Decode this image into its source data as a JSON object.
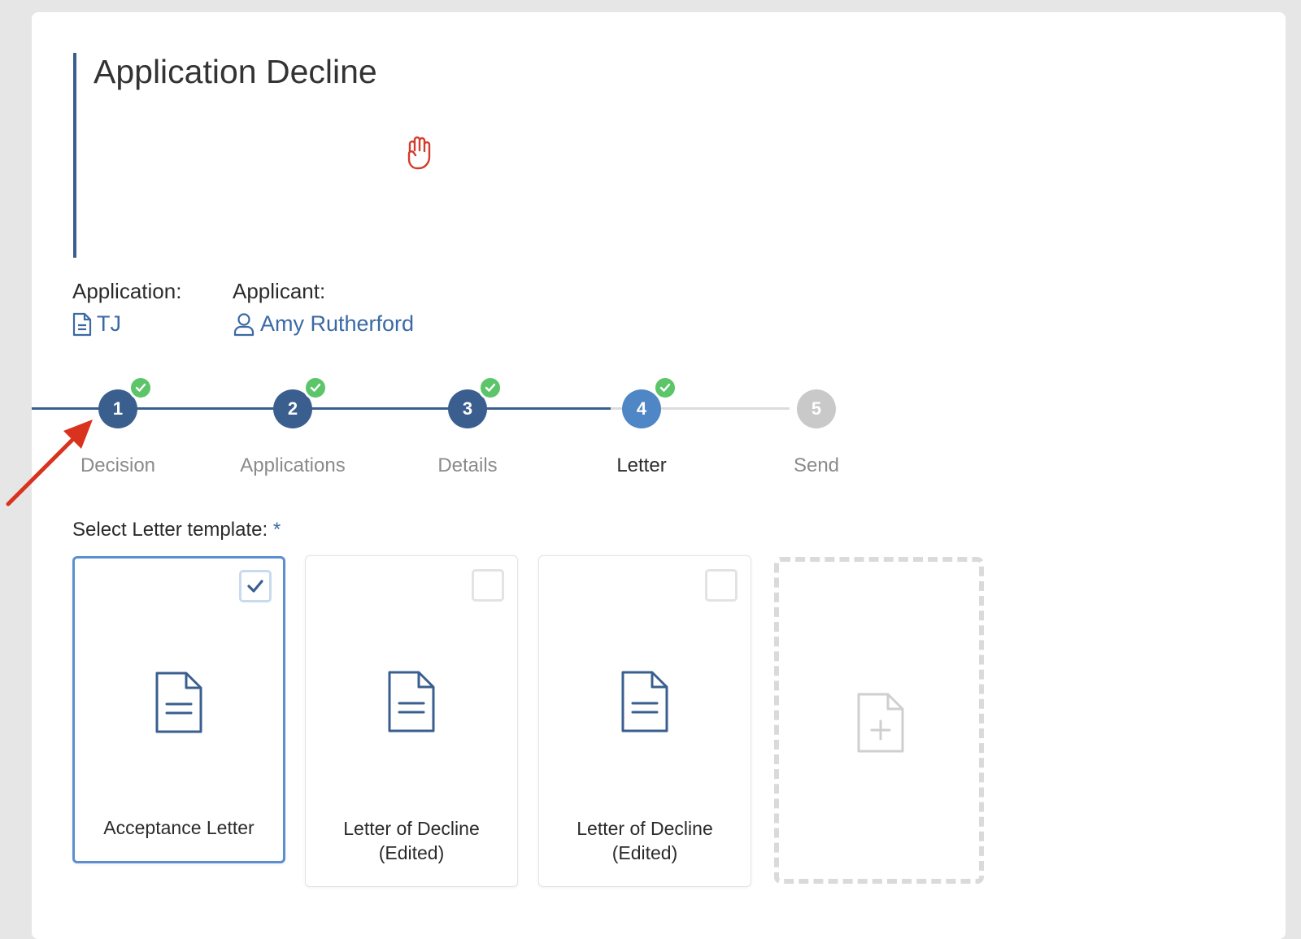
{
  "page": {
    "title": "Application Decline"
  },
  "meta": {
    "application_label": "Application:",
    "application_value": "TJ",
    "applicant_label": "Applicant:",
    "applicant_value": "Amy Rutherford"
  },
  "stepper": {
    "steps": [
      {
        "number": "1",
        "label": "Decision",
        "state": "completed"
      },
      {
        "number": "2",
        "label": "Applications",
        "state": "completed"
      },
      {
        "number": "3",
        "label": "Details",
        "state": "completed"
      },
      {
        "number": "4",
        "label": "Letter",
        "state": "current"
      },
      {
        "number": "5",
        "label": "Send",
        "state": "pending"
      }
    ]
  },
  "templates": {
    "label": "Select Letter template:",
    "required_mark": "*",
    "items": [
      {
        "title": "Acceptance Letter",
        "selected": true
      },
      {
        "title": "Letter of Decline\n(Edited)",
        "selected": false
      },
      {
        "title": "Letter of Decline\n(Edited)",
        "selected": false
      }
    ],
    "new_template_icon": "file-plus-icon"
  },
  "colors": {
    "accent": "#3b69a5",
    "step_completed": "#3a5f8f",
    "step_current": "#4f86c6",
    "step_pending": "#c9c9c9",
    "check_green": "#5cc569",
    "decline_red": "#d33b2c",
    "arrow_red": "#d9321e"
  }
}
